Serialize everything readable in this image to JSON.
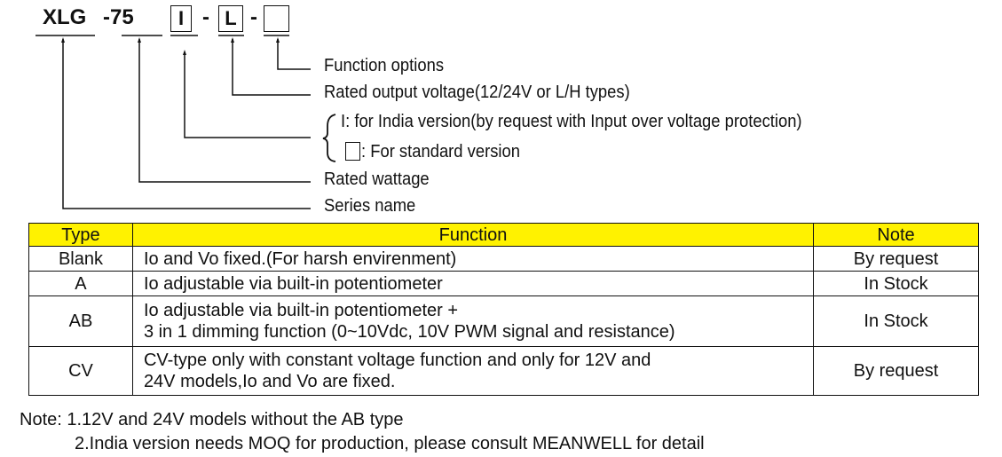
{
  "model_code": {
    "series": "XLG",
    "wattage": "-75",
    "india": "I",
    "dash1": "-",
    "voltage": "L",
    "dash2": "-",
    "option": ""
  },
  "legend": {
    "function_options": "Function options",
    "rated_output_voltage": "Rated output voltage(12/24V or L/H types)",
    "india_version": "I: for India version(by request with Input over voltage protection)",
    "standard_version": ": For standard version",
    "rated_wattage": "Rated wattage",
    "series_name": "Series name"
  },
  "table": {
    "headers": [
      "Type",
      "Function",
      "Note"
    ],
    "rows": [
      {
        "type": "Blank",
        "function": [
          "Io and Vo fixed.(For harsh envirenment)"
        ],
        "note": "By request"
      },
      {
        "type": "A",
        "function": [
          "Io adjustable via built-in potentiometer"
        ],
        "note": "In Stock"
      },
      {
        "type": "AB",
        "function": [
          "Io adjustable via built-in potentiometer +",
          "3 in 1 dimming function (0~10Vdc, 10V PWM signal and resistance)"
        ],
        "note": "In Stock"
      },
      {
        "type": "CV",
        "function": [
          "CV-type only with constant voltage function and only for 12V and",
          "24V models,Io and Vo are fixed."
        ],
        "note": "By request"
      }
    ]
  },
  "notes": [
    "Note: 1.12V and 24V models without the AB type",
    "2.India version needs MOQ for production, please consult MEANWELL for detail"
  ],
  "colors": {
    "header_bg": "#fff200"
  }
}
